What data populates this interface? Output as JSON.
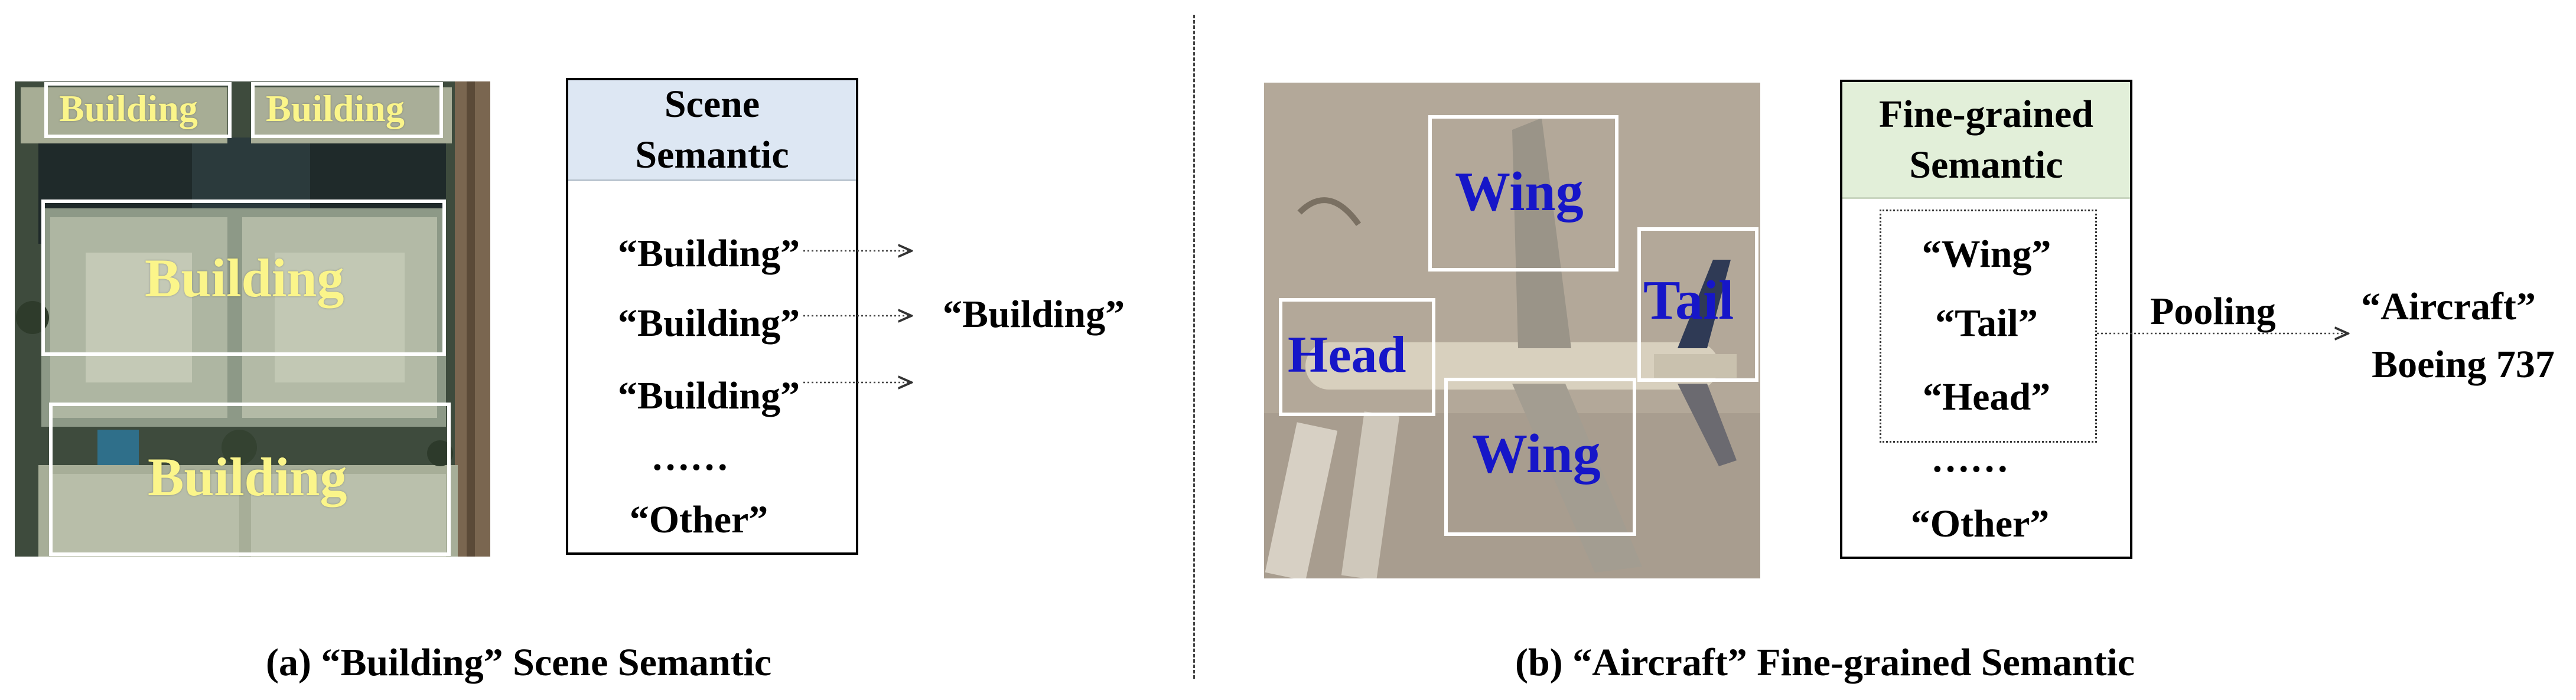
{
  "panel_a": {
    "image_labels": [
      "Building",
      "Building",
      "Building",
      "Building"
    ],
    "table_header": [
      "Scene",
      "Semantic"
    ],
    "items": [
      "“Building”",
      "“Building”",
      "“Building”",
      "……",
      "“Other”"
    ],
    "result": "“Building”",
    "caption": "(a) “Building” Scene Semantic"
  },
  "panel_b": {
    "image_labels": [
      "Wing",
      "Tail",
      "Head",
      "Wing"
    ],
    "table_header": [
      "Fine-grained",
      "Semantic"
    ],
    "items": [
      "“Wing”",
      "“Tail”",
      "“Head”",
      "……",
      "“Other”"
    ],
    "arrow_label": "Pooling",
    "result_lines": [
      "“Aircraft”",
      "Boeing 737"
    ],
    "caption": "(b) “Aircraft” Fine-grained Semantic"
  },
  "colors": {
    "scene_header_bg": "#dde7f3",
    "fine_header_bg": "#e2efd9",
    "building_label": "#fbf58a",
    "aircraft_label": "#1616c8"
  }
}
